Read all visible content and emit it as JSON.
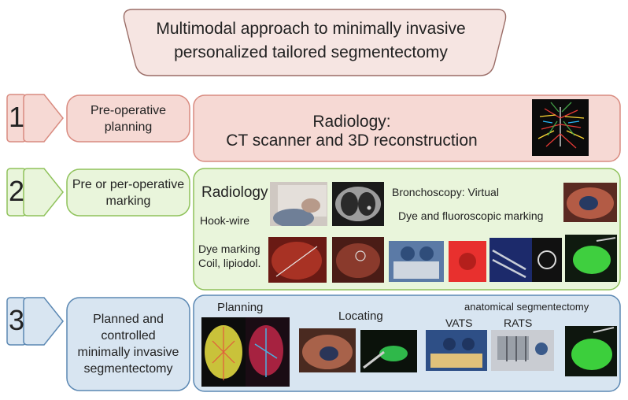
{
  "title_line1": "Multimodal approach to minimally invasive",
  "title_line2": "personalized tailored segmentectomy",
  "colors": {
    "row1_fill": "#f6d9d4",
    "row1_stroke": "#d98b80",
    "row2_fill": "#e9f5db",
    "row2_stroke": "#8fc25b",
    "row3_fill": "#d8e5f1",
    "row3_stroke": "#5b88b3",
    "title_fill": "#f6e5e2",
    "title_stroke": "#9a6c66"
  },
  "rows": [
    {
      "number": "1",
      "label": "Pre-operative planning",
      "content_line1": "Radiology:",
      "content_line2": "CT scanner and 3D reconstruction"
    },
    {
      "number": "2",
      "label": "Pre or per-operative marking",
      "radiology": "Radiology",
      "hook_wire": "Hook-wire",
      "dye_marking": "Dye marking",
      "coil": "Coil, lipiodol.",
      "bronchoscopy": "Bronchoscopy: Virtual",
      "dye_fluoro": "Dye and fluoroscopic marking"
    },
    {
      "number": "3",
      "label": "Planned and controlled minimally invasive segmentectomy",
      "planning": "Planning",
      "locating": "Locating",
      "anatomical": "anatomical segmentectomy",
      "vats": "VATS",
      "rats": "RATS"
    }
  ]
}
